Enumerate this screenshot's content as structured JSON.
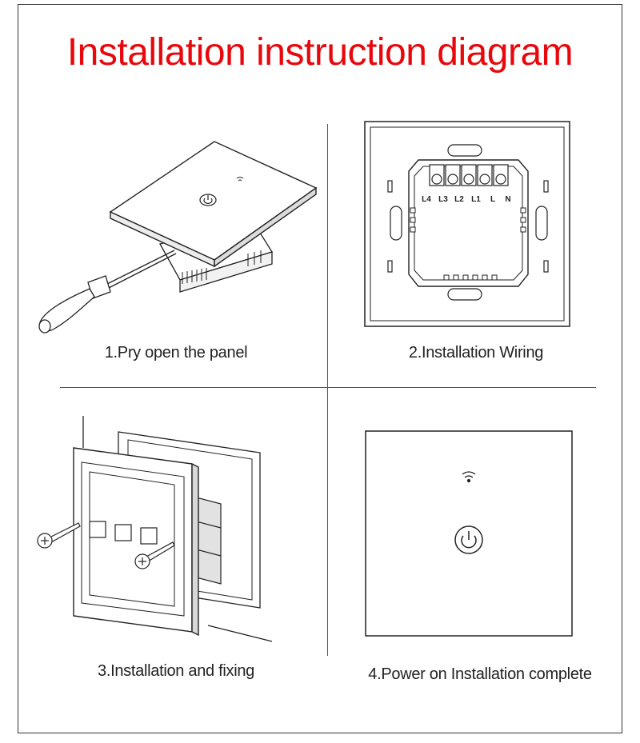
{
  "title": "Installation instruction diagram",
  "steps": [
    {
      "caption": "1.Pry open the panel"
    },
    {
      "caption": "2.Installation Wiring"
    },
    {
      "caption": "3.Installation and fixing"
    },
    {
      "caption": "4.Power on Installation complete"
    }
  ],
  "terminals": [
    "L4",
    "L3",
    "L2",
    "L1",
    "L",
    "N"
  ],
  "colors": {
    "title": "#e8070b",
    "line": "#333333"
  },
  "icons": [
    "screwdriver-icon",
    "power-icon",
    "wifi-icon",
    "screw-icon"
  ]
}
